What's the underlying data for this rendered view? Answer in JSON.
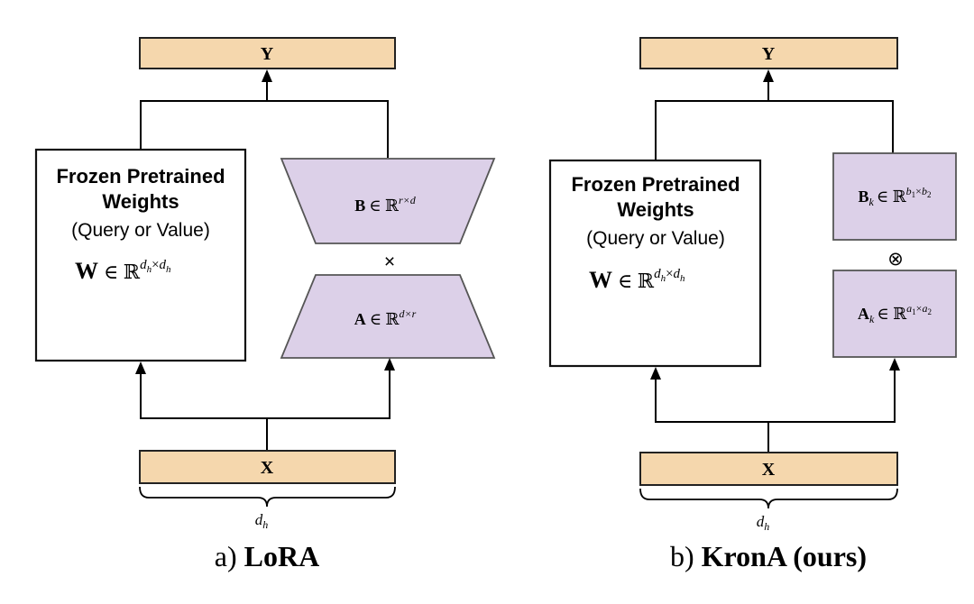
{
  "panels": {
    "lora": {
      "output_label": "Y",
      "input_label": "X",
      "dim_label": "d",
      "dim_sub": "h",
      "frozen": {
        "title_line1": "Frozen Pretrained",
        "title_line2": "Weights",
        "subtitle": "(Query or Value)",
        "formula_symbol": "W",
        "formula_in": "∈ ℝ",
        "formula_sup": "d",
        "formula_sup_sub1": "h",
        "formula_times": "×",
        "formula_sup2": "d",
        "formula_sup_sub2": "h"
      },
      "b_matrix": {
        "symbol": "B",
        "in": "∈ ℝ",
        "sup": "r×d"
      },
      "a_matrix": {
        "symbol": "A",
        "in": "∈ ℝ",
        "sup": "d×r"
      },
      "operator": "×",
      "caption_prefix": "a) ",
      "caption_name": "LoRA"
    },
    "krona": {
      "output_label": "Y",
      "input_label": "X",
      "dim_label": "d",
      "dim_sub": "h",
      "frozen": {
        "title_line1": "Frozen Pretrained",
        "title_line2": "Weights",
        "subtitle": "(Query or Value)",
        "formula_symbol": "W",
        "formula_in": "∈ ℝ",
        "formula_sup": "d",
        "formula_sup_sub1": "h",
        "formula_times": "×",
        "formula_sup2": "d",
        "formula_sup_sub2": "h"
      },
      "b_matrix": {
        "symbol": "B",
        "sub": "k",
        "in": "∈ ℝ",
        "sup_a": "b",
        "sup_a_sub": "1",
        "sup_times": "×",
        "sup_b": "b",
        "sup_b_sub": "2"
      },
      "a_matrix": {
        "symbol": "A",
        "sub": "k",
        "in": "∈ ℝ",
        "sup_a": "a",
        "sup_a_sub": "1",
        "sup_times": "×",
        "sup_b": "a",
        "sup_b_sub": "2"
      },
      "operator": "⊗",
      "caption_prefix": "b) ",
      "caption_name": "KronA (ours)"
    }
  },
  "colors": {
    "io_fill": "#f5d7ad",
    "adapter_fill": "#dcd0e8",
    "snowflake": "#1e2ee0"
  },
  "icons": [
    "snowflake-icon",
    "arrowhead-icon"
  ]
}
